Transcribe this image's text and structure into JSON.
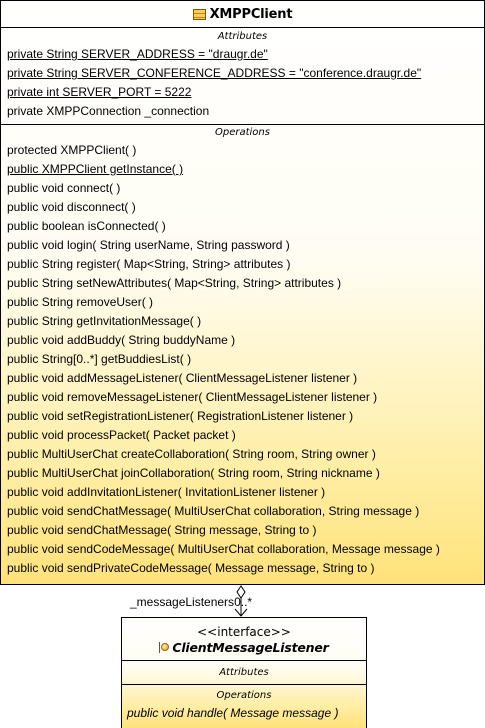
{
  "main_class": {
    "name": "XMPPClient",
    "icon": "class-icon",
    "attributes_title": "Attributes",
    "attributes": [
      {
        "text": "private String SERVER_ADDRESS = \"draugr.de\"",
        "static": true
      },
      {
        "text": "private String SERVER_CONFERENCE_ADDRESS = \"conference.draugr.de\"",
        "static": true
      },
      {
        "text": "private int SERVER_PORT = 5222",
        "static": true
      },
      {
        "text": "private XMPPConnection _connection",
        "static": false
      }
    ],
    "operations_title": "Operations",
    "operations": [
      {
        "text": "protected XMPPClient(  )",
        "static": false
      },
      {
        "text": "public XMPPClient  getInstance(  )",
        "static": true
      },
      {
        "text": "public void  connect(  )",
        "static": false
      },
      {
        "text": "public void  disconnect(  )",
        "static": false
      },
      {
        "text": "public boolean  isConnected(  )",
        "static": false
      },
      {
        "text": "public void  login( String userName, String password )",
        "static": false
      },
      {
        "text": "public String  register( Map<String, String> attributes )",
        "static": false
      },
      {
        "text": "public String  setNewAttributes( Map<String, String> attributes )",
        "static": false
      },
      {
        "text": "public String  removeUser(  )",
        "static": false
      },
      {
        "text": "public String  getInvitationMessage(  )",
        "static": false
      },
      {
        "text": "public void  addBuddy( String buddyName )",
        "static": false
      },
      {
        "text": "public String[0..*]  getBuddiesList(  )",
        "static": false
      },
      {
        "text": "public void  addMessageListener( ClientMessageListener listener )",
        "static": false
      },
      {
        "text": "public void  removeMessageListener( ClientMessageListener listener )",
        "static": false
      },
      {
        "text": "public void  setRegistrationListener( RegistrationListener listener )",
        "static": false
      },
      {
        "text": "public void  processPacket( Packet packet )",
        "static": false
      },
      {
        "text": "public MultiUserChat  createCollaboration( String room, String owner )",
        "static": false
      },
      {
        "text": "public MultiUserChat  joinCollaboration( String room, String nickname )",
        "static": false
      },
      {
        "text": "public void  addInvitationListener( InvitationListener listener )",
        "static": false
      },
      {
        "text": "public void  sendChatMessage( MultiUserChat collaboration, String message )",
        "static": false
      },
      {
        "text": "public void  sendChatMessage( String message, String to )",
        "static": false
      },
      {
        "text": "public void  sendCodeMessage( MultiUserChat collaboration, Message message )",
        "static": false
      },
      {
        "text": "public void  sendPrivateCodeMessage( Message message, String to )",
        "static": false
      }
    ]
  },
  "association": {
    "role": "_messageListeners",
    "multiplicity": "0..*",
    "kind": "aggregation"
  },
  "interface": {
    "stereotype": "<<interface>>",
    "name": "ClientMessageListener",
    "icon": "interface-icon",
    "attributes_title": "Attributes",
    "operations_title": "Operations",
    "operations": [
      {
        "text": "public void  handle( Message message )",
        "static": false
      }
    ]
  },
  "colors": {
    "fill_top": "#ffffff",
    "fill_bottom": "#ffe27a",
    "border": "#000000"
  }
}
